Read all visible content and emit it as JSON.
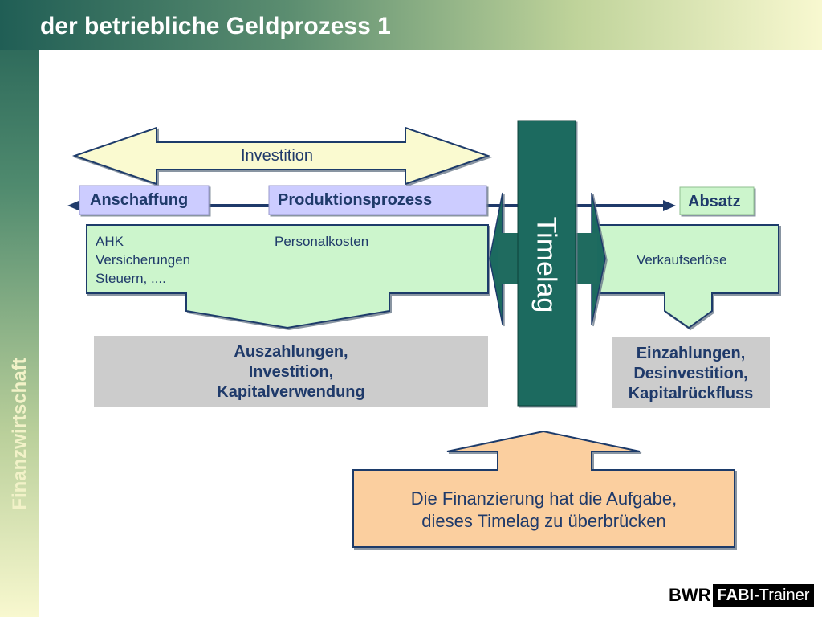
{
  "slide": {
    "title": "der betriebliche Geldprozess 1",
    "sidebar_label": "Finanzwirtschaft"
  },
  "diagram": {
    "investition": "Investition",
    "anschaffung": "Anschaffung",
    "produktionsprozess": "Produktionsprozess",
    "absatz": "Absatz",
    "timelag": "Timelag",
    "costs": {
      "line1": "AHK",
      "line2": "Versicherungen",
      "line3": "Steuern, ....",
      "personal": "Personalkosten"
    },
    "revenue": "Verkaufserlöse",
    "auszahlungen": [
      "Auszahlungen,",
      "Investition,",
      "Kapitalverwendung"
    ],
    "einzahlungen": [
      "Einzahlungen,",
      "Desinvestition,",
      "Kapitalrückfluss"
    ],
    "financing": [
      "Die Finanzierung hat die Aufgabe,",
      "dieses Timelag zu überbrücken"
    ]
  },
  "logo": {
    "bwr": "BWR",
    "fabi": "FABI",
    "trainer": "-Trainer"
  },
  "colors": {
    "dark_green": "#1f6b5f",
    "light_green": "#ccf5cc",
    "lavender": "#ccccff",
    "cream": "#fafad0",
    "peach": "#fbcf9f",
    "gray": "#cccccc",
    "navy": "#1f3a6a"
  }
}
